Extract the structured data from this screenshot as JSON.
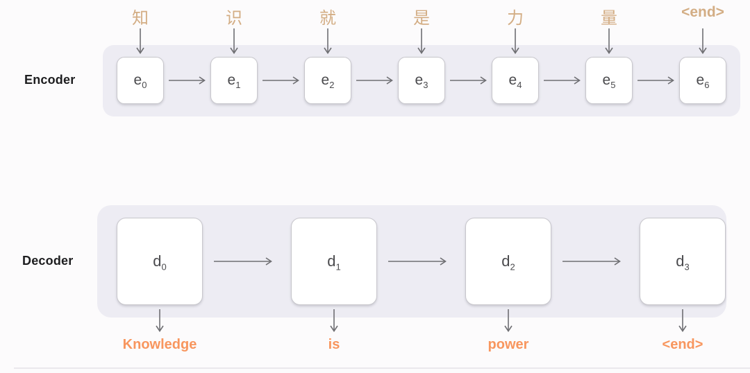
{
  "diagram": {
    "title_hint": "sequence-to-sequence encoder decoder translation diagram",
    "encoder": {
      "label": "Encoder",
      "units": [
        {
          "input": "知",
          "cell": "e",
          "sub": "0"
        },
        {
          "input": "识",
          "cell": "e",
          "sub": "1"
        },
        {
          "input": "就",
          "cell": "e",
          "sub": "2"
        },
        {
          "input": "是",
          "cell": "e",
          "sub": "3"
        },
        {
          "input": "力",
          "cell": "e",
          "sub": "4"
        },
        {
          "input": "量",
          "cell": "e",
          "sub": "5"
        },
        {
          "input": "<end>",
          "cell": "e",
          "sub": "6"
        }
      ]
    },
    "decoder": {
      "label": "Decoder",
      "units": [
        {
          "cell": "d",
          "sub": "0",
          "output": "Knowledge"
        },
        {
          "cell": "d",
          "sub": "1",
          "output": "is"
        },
        {
          "cell": "d",
          "sub": "2",
          "output": "power"
        },
        {
          "cell": "d",
          "sub": "3",
          "output": "<end>"
        }
      ]
    },
    "colors": {
      "background": "#fcfbfc",
      "band": "#edecf3",
      "input_token": "#d3ad84",
      "output_token": "#f8965e",
      "arrow": "#6e6e72",
      "cell_border": "#c8c7cc",
      "cell_text": "#4a4a4d",
      "section_label": "#1d1d1f"
    }
  }
}
